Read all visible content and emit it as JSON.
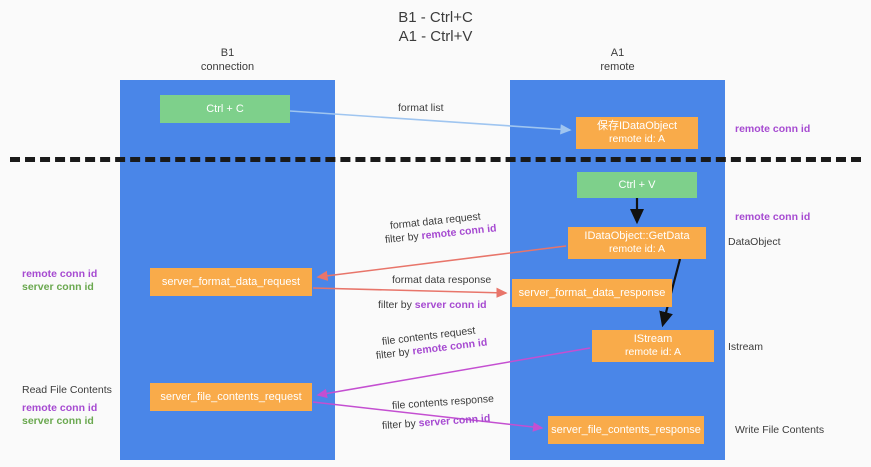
{
  "title": {
    "line1": "B1 - Ctrl+C",
    "line2": "A1 - Ctrl+V"
  },
  "lanes": [
    {
      "name": "B1",
      "sub": "connection"
    },
    {
      "name": "A1",
      "sub": "remote"
    }
  ],
  "nodes": {
    "ctrl_c": {
      "label": "Ctrl + C",
      "color": "#7ed08b"
    },
    "ctrl_v": {
      "label": "Ctrl + V",
      "color": "#7ed08b"
    },
    "idataobject": {
      "line1": "保存IDataObject",
      "line2": "remote id: A",
      "color": "#f9ab4a"
    },
    "getdata": {
      "line1": "IDataObject::GetData",
      "line2": "remote id: A",
      "color": "#f9ab4a"
    },
    "server_format_data_request": {
      "label": "server_format_data_request",
      "color": "#f9ab4a"
    },
    "server_format_data_response": {
      "label": "server_format_data_response",
      "color": "#f9ab4a"
    },
    "istream": {
      "line1": "IStream",
      "line2": "remote id: A",
      "color": "#f9ab4a"
    },
    "server_file_contents_request": {
      "label": "server_file_contents_request",
      "color": "#f9ab4a"
    },
    "server_file_contents_response": {
      "label": "server_file_contents_response",
      "color": "#f9ab4a"
    }
  },
  "edge_labels": {
    "format_list": "format list",
    "format_data_request": "format data request",
    "format_data_request_filter_prefix": "filter by ",
    "format_data_request_filter_key": "remote conn id",
    "format_data_response": "format data response",
    "format_data_response_filter_prefix": "filter by ",
    "format_data_response_filter_key": "server conn id",
    "file_contents_request": "file contents request",
    "file_contents_request_filter_prefix": "filter by ",
    "file_contents_request_filter_key": "remote conn id",
    "file_contents_response": "file contents response",
    "file_contents_response_filter_prefix": "filter by ",
    "file_contents_response_filter_key": "server conn id"
  },
  "annotations": {
    "right_remote_conn_id_1": "remote conn id",
    "right_remote_conn_id_2": "remote conn id",
    "right_dataobject": "DataObject",
    "right_istream": "Istream",
    "right_write_file_contents": "Write File Contents",
    "left_remote_conn_id_1": "remote conn id",
    "left_server_conn_id_1": "server conn id",
    "left_read_file_contents": "Read File Contents",
    "left_remote_conn_id_2": "remote conn id",
    "left_server_conn_id_2": "server conn id"
  },
  "colors": {
    "lane": "#4a86e8",
    "green_node": "#7ed08b",
    "orange_node": "#f9ab4a",
    "purple_key": "#a64ad1",
    "green_key": "#6aa84f",
    "arrow_blue": "#9fc5f0",
    "arrow_red": "#e8756a",
    "arrow_magenta": "#c44fd1",
    "arrow_black": "#111111",
    "divider": "#1a1a1a",
    "background": "#fafafa"
  }
}
